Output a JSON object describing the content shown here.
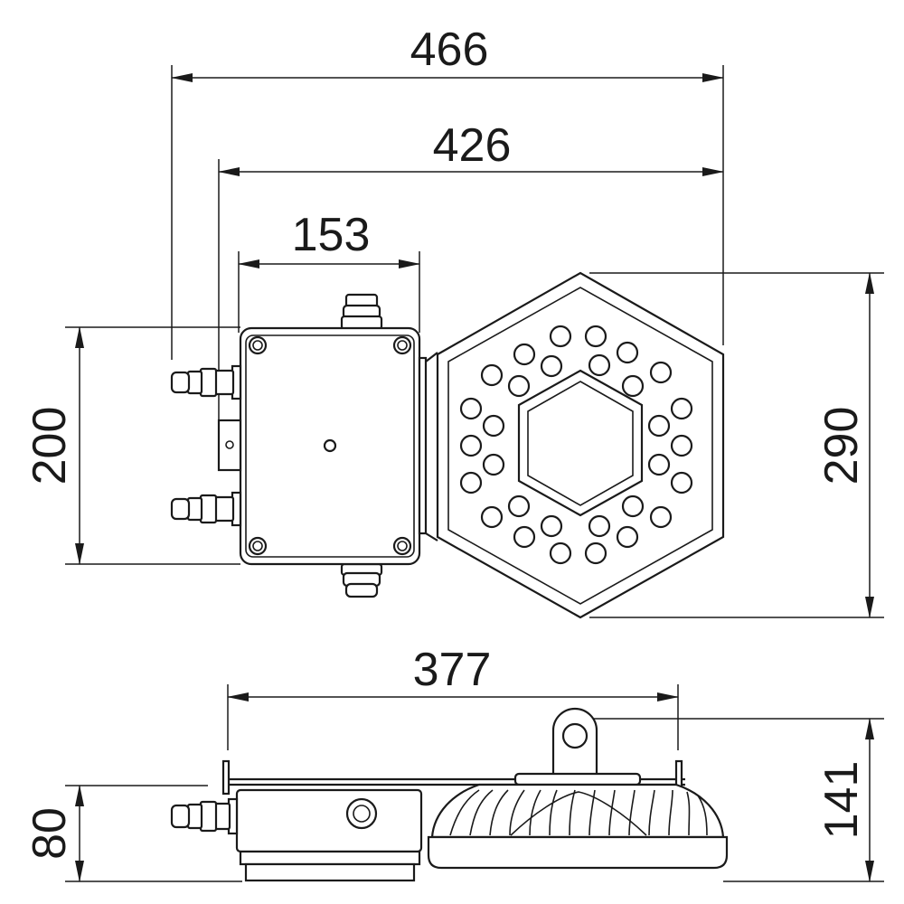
{
  "dimensions": {
    "overall_width": "466",
    "housing_width": "426",
    "box_width": "153",
    "box_height": "200",
    "housing_height": "290",
    "side_width": "377",
    "box_depth": "80",
    "total_height": "141"
  },
  "colors": {
    "line": "#1a1a1a",
    "background": "#ffffff"
  }
}
